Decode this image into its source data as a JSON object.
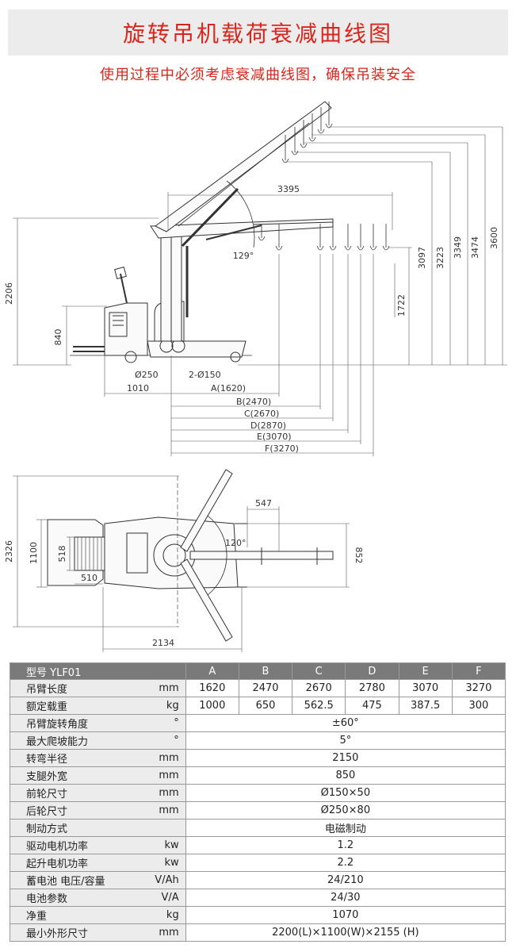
{
  "title": "旋转吊机载荷衰减曲线图",
  "subtitle": "使用过程中必须考虑衰减曲线图，确保吊装安全",
  "side_dims": {
    "d2206": "2206",
    "d840": "840",
    "d3395": "3395",
    "d129": "129°",
    "d1722": "1722",
    "d3097": "3097",
    "d3223": "3223",
    "d3349": "3349",
    "d3474": "3474",
    "d3600": "3600",
    "d250": "Ø250",
    "d2_150": "2-Ø150",
    "d1010": "1010",
    "reach_a": "A(1620)",
    "reach_b": "B(2470)",
    "reach_c": "C(2670)",
    "reach_d": "D(2870)",
    "reach_e": "E(3070)",
    "reach_f": "F(3270)"
  },
  "top_dims": {
    "d2326": "2326",
    "d1100": "1100",
    "d518": "518",
    "d510": "510",
    "d547": "547",
    "d120": "120°",
    "d852": "852",
    "d2134": "2134"
  },
  "table": {
    "header": {
      "model": "型号  YLF01",
      "cols": [
        "A",
        "B",
        "C",
        "D",
        "E",
        "F"
      ]
    },
    "multi_rows": [
      {
        "label": "吊臂长度",
        "unit": "mm",
        "values": [
          "1620",
          "2470",
          "2670",
          "2780",
          "3070",
          "3270"
        ]
      },
      {
        "label": "额定载重",
        "unit": "kg",
        "values": [
          "1000",
          "650",
          "562.5",
          "475",
          "387.5",
          "300"
        ]
      }
    ],
    "single_rows": [
      {
        "label": "吊臂旋转角度",
        "unit": "°",
        "value": "±60°"
      },
      {
        "label": "最大爬坡能力",
        "unit": "°",
        "value": "5°"
      },
      {
        "label": "转弯半径",
        "unit": "mm",
        "value": "2150"
      },
      {
        "label": "支腿外宽",
        "unit": "mm",
        "value": "850"
      },
      {
        "label": "前轮尺寸",
        "unit": "mm",
        "value": "Ø150×50"
      },
      {
        "label": "后轮尺寸",
        "unit": "mm",
        "value": "Ø250×80"
      },
      {
        "label": "制动方式",
        "unit": "",
        "value": "电磁制动"
      },
      {
        "label": "驱动电机功率",
        "unit": "kw",
        "value": "1.2"
      },
      {
        "label": "起升电机功率",
        "unit": "kw",
        "value": "2.2"
      },
      {
        "label": "蓄电池 电压/容量",
        "unit": "V/Ah",
        "value": "24/210"
      },
      {
        "label": "电池参数",
        "unit": "V/A",
        "value": "24/30"
      },
      {
        "label": "净重",
        "unit": "kg",
        "value": "1070"
      },
      {
        "label": "最小外形尺寸",
        "unit": "mm",
        "value": "2200(L)×1100(W)×2155 (H)"
      }
    ]
  }
}
